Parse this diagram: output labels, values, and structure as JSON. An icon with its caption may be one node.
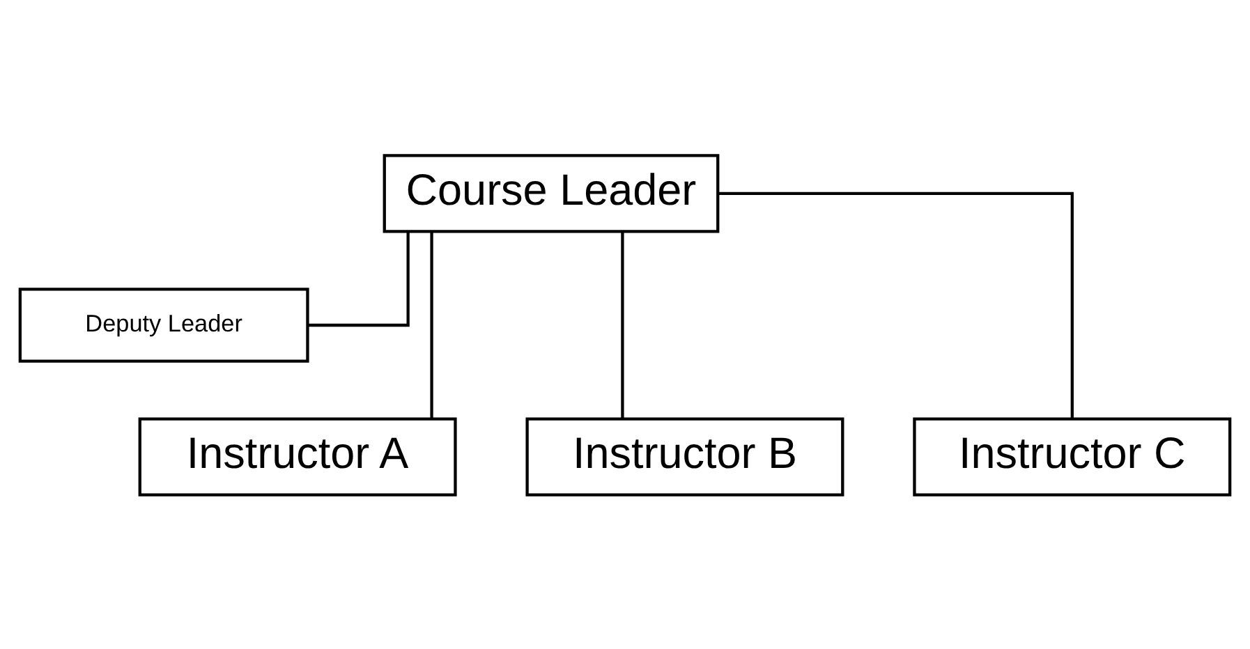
{
  "diagram": {
    "nodes": [
      {
        "text": [
          "Course Leader"
        ]
      },
      {
        "text": [
          "Deputy Leader"
        ]
      },
      {
        "text": [
          "Instructor A"
        ]
      },
      {
        "text": [
          "Instructor B"
        ]
      },
      {
        "text": [
          "Instructor C"
        ]
      }
    ],
    "edges": [
      {
        "from": 0,
        "to": 1,
        "arrow": "none"
      },
      {
        "from": 0,
        "to": 2,
        "arrow": "none"
      },
      {
        "from": 0,
        "to": 3,
        "arrow": "none"
      },
      {
        "from": 0,
        "to": 4,
        "arrow": "none"
      }
    ]
  }
}
